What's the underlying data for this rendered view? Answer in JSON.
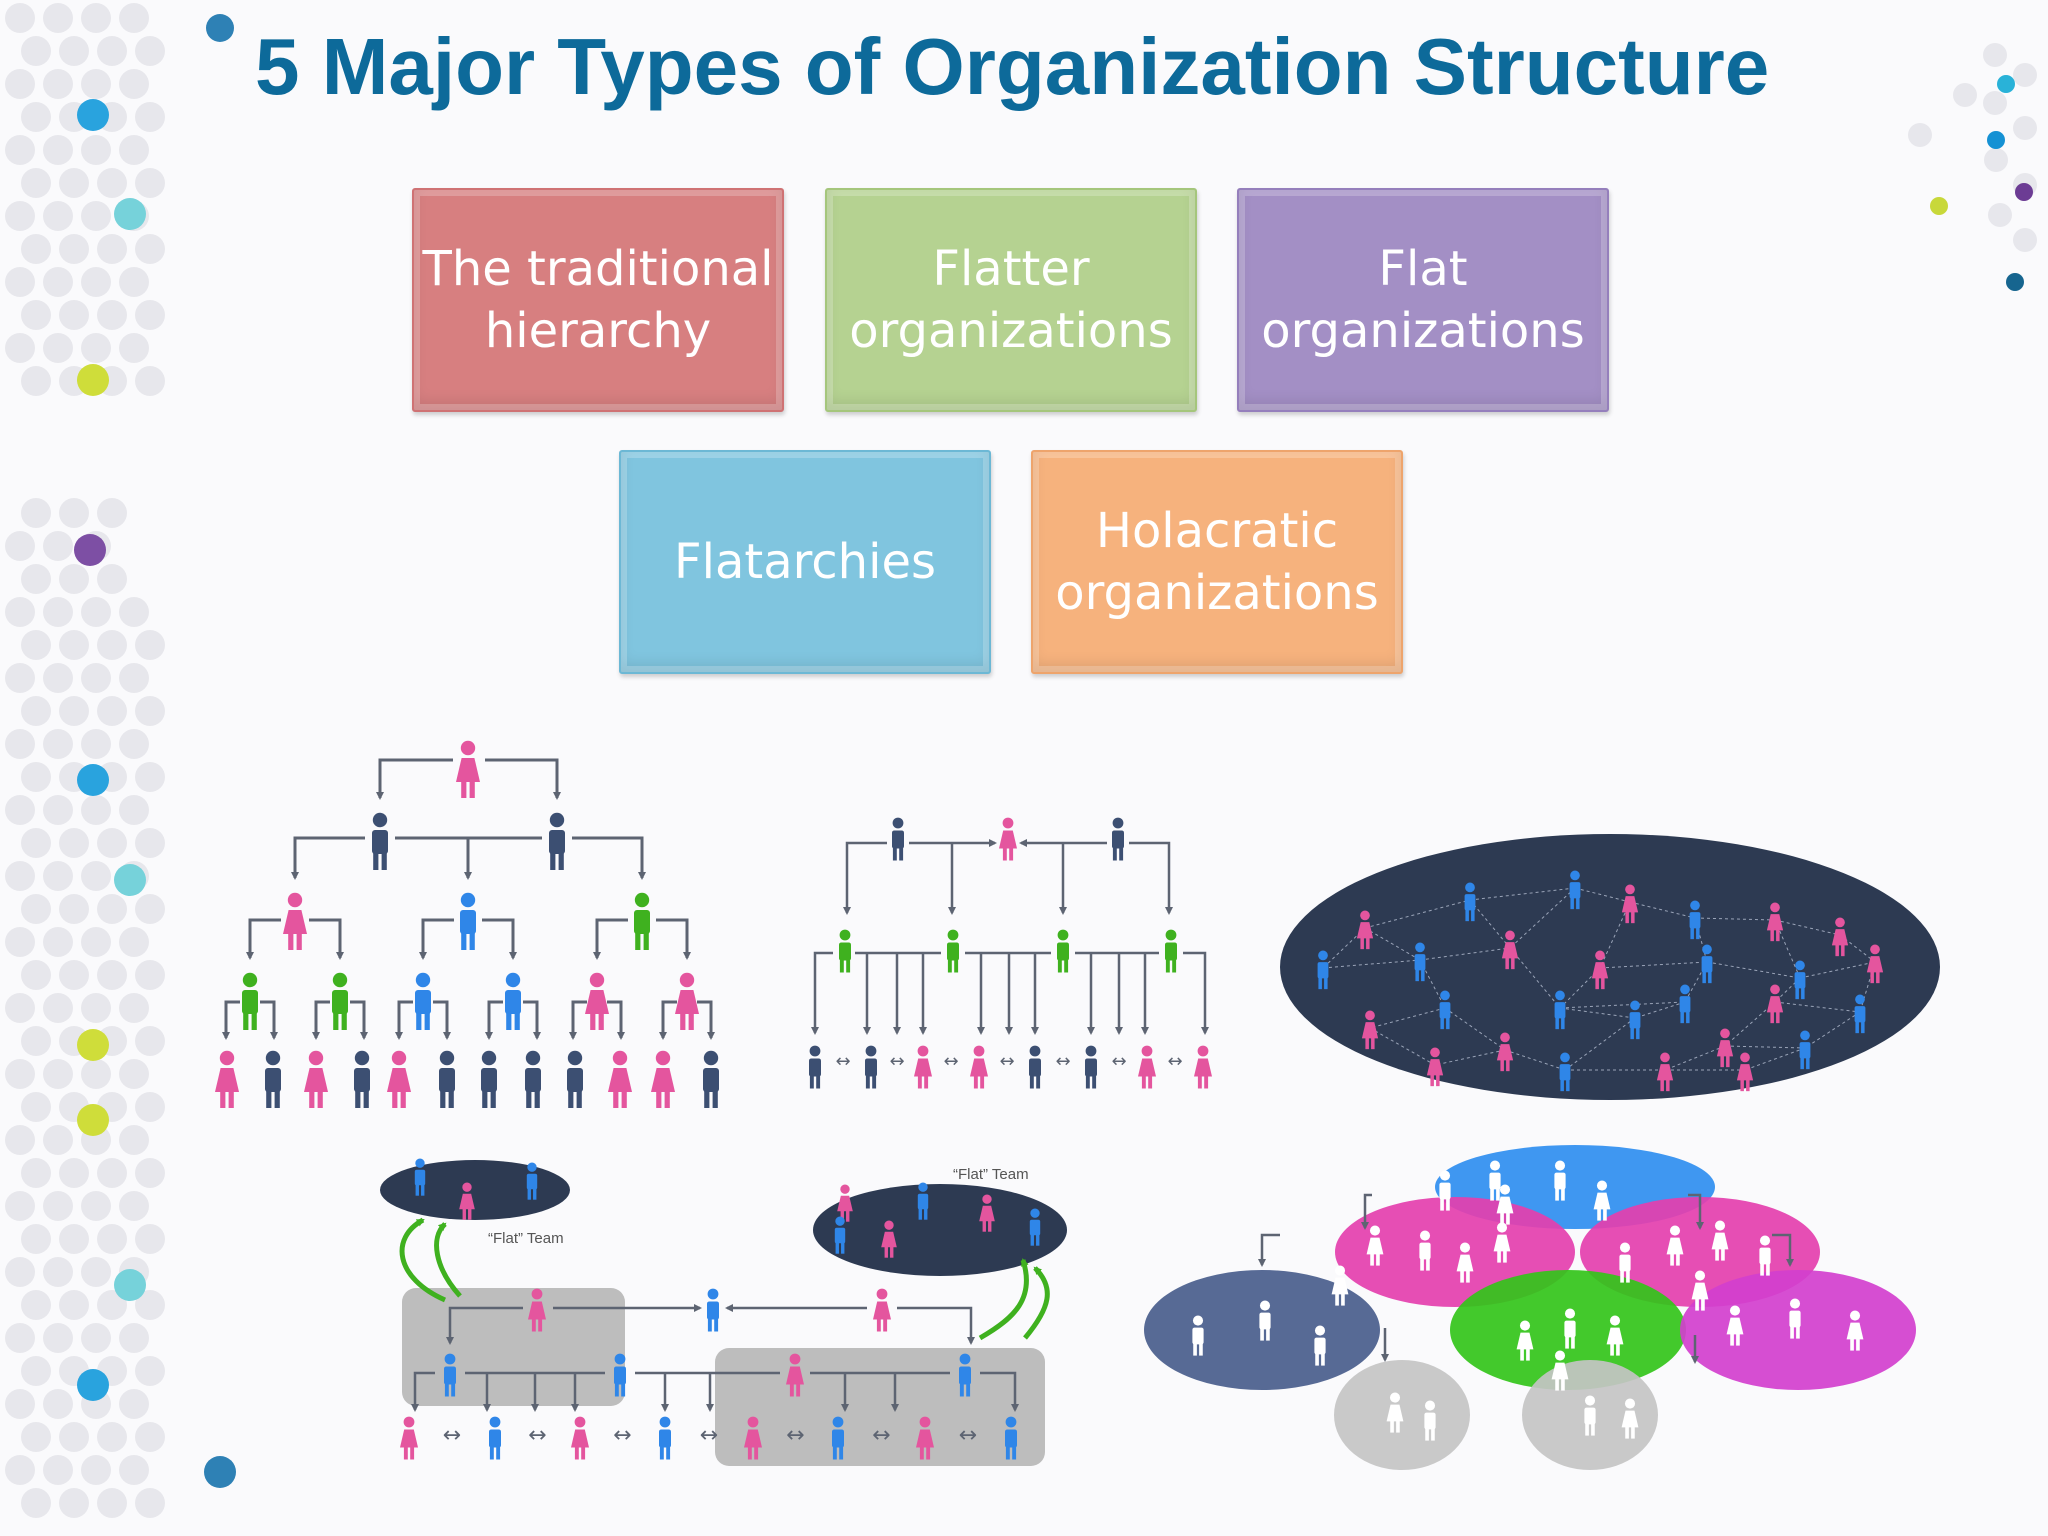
{
  "title": "5 Major Types of Organization Structure",
  "types": [
    {
      "label": "The traditional\nhierarchy",
      "color": "#d77f80"
    },
    {
      "label": "Flatter\norganizations",
      "color": "#b5d291"
    },
    {
      "label": "Flat\norganizations",
      "color": "#a38fc5"
    },
    {
      "label": "Flatarchies",
      "color": "#80c5df"
    },
    {
      "label": "Holacratic\norganizations",
      "color": "#f6b27d"
    }
  ],
  "flatarchy_captions": [
    "“Flat” Team",
    "“Flat” Team"
  ],
  "colors": {
    "title": "#0d6a9a",
    "person_pink": "#e4559e",
    "person_navy": "#3c4f72",
    "person_blue": "#2f86e8",
    "person_green": "#3fb11f",
    "network_bg": "#2d3a52",
    "holacracy_blue": "#2f8ef0",
    "holacracy_pink": "#e43fae",
    "holacracy_navy": "#495d8c",
    "holacracy_green": "#33c41a",
    "holacracy_magenta": "#d23fce",
    "holacracy_gray": "#c4c4c4",
    "team_gray": "#bdbdbd",
    "arrow_green": "#3fb11f"
  }
}
